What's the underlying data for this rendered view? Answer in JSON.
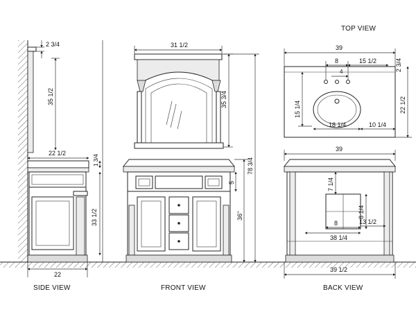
{
  "labels": {
    "top_view": "TOP VIEW",
    "side_view": "SIDE VIEW",
    "front_view": "FRONT VIEW",
    "back_view": "BACK VIEW"
  },
  "side": {
    "top_offset": "2 3/4",
    "mirror_height": "35 1/2",
    "counter_depth": "22 1/2",
    "top_thickness": "1 3/4",
    "cabinet_height": "33 1/2",
    "base_depth": "22"
  },
  "front": {
    "mirror_width": "31 1/2",
    "mirror_frame_height": "35 3/4",
    "total_height": "78 3/4",
    "counter_height": "36\"",
    "drawer_height": "5"
  },
  "top": {
    "width": "39",
    "faucet_spread": "8",
    "faucet_offset": "15 1/2",
    "backsplash": "2 3/4",
    "hole_center": "4",
    "sink_depth_left": "15 1/4",
    "depth": "22 1/2",
    "sink_width": "18 1/4",
    "sink_right": "10 1/4"
  },
  "back": {
    "width": "39",
    "opening_top": "7 1/4",
    "opening_height": "8 1/4",
    "opening_width": "8",
    "opening_right": "13 1/2",
    "opening_left": "38 1/4",
    "total_width": "39 1/2"
  }
}
